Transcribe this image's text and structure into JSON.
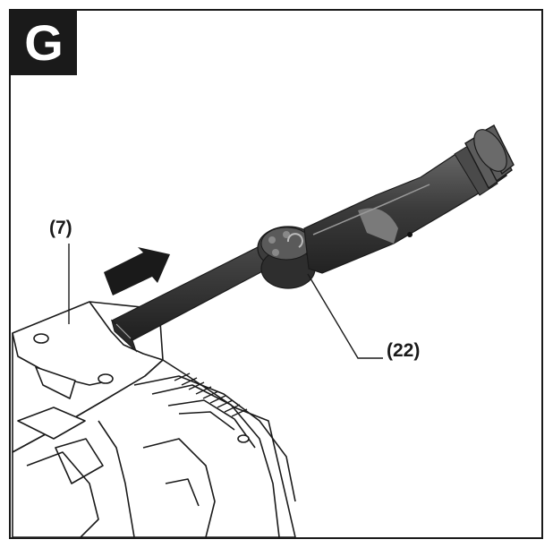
{
  "figure": {
    "label": "G",
    "callouts": [
      {
        "id": "7",
        "text": "(7)"
      },
      {
        "id": "22",
        "text": "(22)"
      }
    ]
  },
  "colors": {
    "ink": "#1a1a1a",
    "nozzle_dark": "#333333",
    "nozzle_mid": "#555555",
    "nozzle_light": "#888888",
    "background": "#ffffff"
  },
  "icons": [
    "arrow-icon"
  ]
}
